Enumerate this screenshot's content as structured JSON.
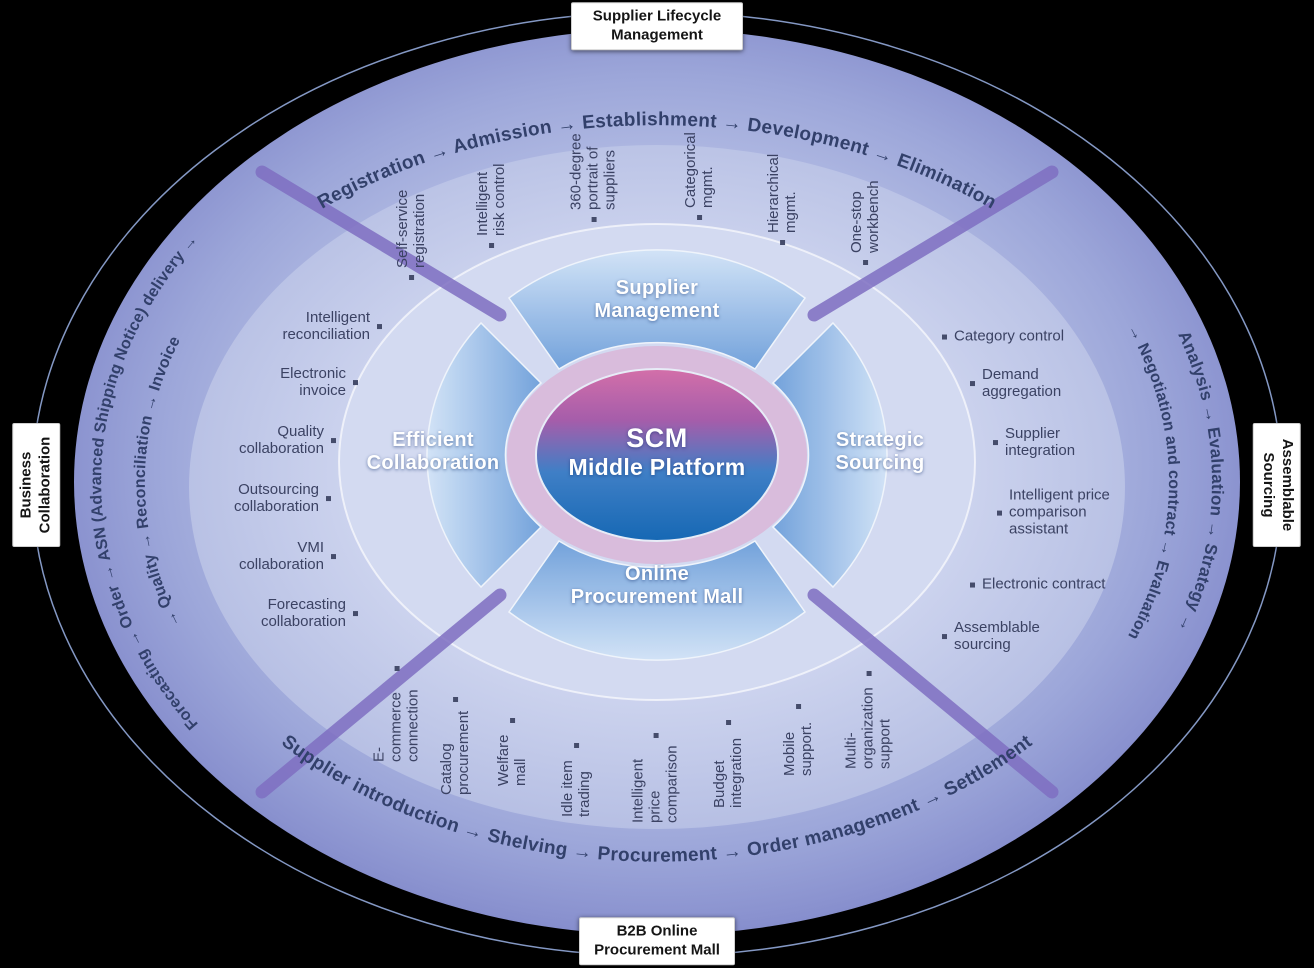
{
  "edge_labels": {
    "top": "Supplier Lifecycle Management",
    "right": "Assemblable Sourcing",
    "bottom": "B2B Online Procurement Mall",
    "left": "Business Collaboration"
  },
  "process_flows": {
    "supplier_lifecycle": "Registration → Admission → Establishment → Development → Elimination",
    "sourcing_outer": "Analysis → Evaluation → Strategy →",
    "sourcing_inner": "→ Negotiation and contract → Evaluation",
    "procurement": "Supplier introduction → Shelving → Procurement → Order management → Settlement",
    "collaboration_outer": "Forecasting → Order → ASN (Advanced Shipping Notice) delivery →",
    "collaboration_inner": "→ Quality → Reconciliation → Invoice"
  },
  "center": {
    "title_line1": "SCM",
    "title_line2": "Middle Platform"
  },
  "quadrants": {
    "supplier_management": {
      "title_line1": "Supplier",
      "title_line2": "Management",
      "items": [
        "Self-service registration",
        "Intelligent risk control",
        "360-degree portrait of suppliers",
        "Categorical mgmt.",
        "Hierarchical mgmt.",
        "One-stop workbench"
      ]
    },
    "strategic_sourcing": {
      "title_line1": "Strategic",
      "title_line2": "Sourcing",
      "items": [
        "Category control",
        "Demand aggregation",
        "Supplier integration",
        "Intelligent price comparison assistant",
        "Electronic contract",
        "Assemblable sourcing"
      ]
    },
    "online_procurement_mall": {
      "title_line1": "Online",
      "title_line2": "Procurement Mall",
      "items": [
        "E-commerce connection",
        "Catalog procurement",
        "Welfare mall",
        "Idle item trading",
        "Intelligent price comparison",
        "Budget integration",
        "Mobile support.",
        "Multi-organization support"
      ]
    },
    "efficient_collaboration": {
      "title_line1": "Efficient",
      "title_line2": "Collaboration",
      "items": [
        "Intelligent reconciliation",
        "Electronic invoice",
        "Quality collaboration",
        "Outsourcing collaboration",
        "VMI collaboration",
        "Forecasting collaboration"
      ]
    }
  },
  "colors": {
    "background": "#000000",
    "outer_ring": "#8b93cc",
    "mid_ring": "#c3cbe9",
    "inner_disc": "#d3daf1",
    "quadrant_blue_light": "#d4e5f8",
    "quadrant_blue_deep": "#6e9fda",
    "divider_purple": "#7f6fc2",
    "center_pink": "#d36fa9",
    "center_blue": "#1668b4",
    "item_text": "#3b4263",
    "flow_text": "#32406b"
  }
}
